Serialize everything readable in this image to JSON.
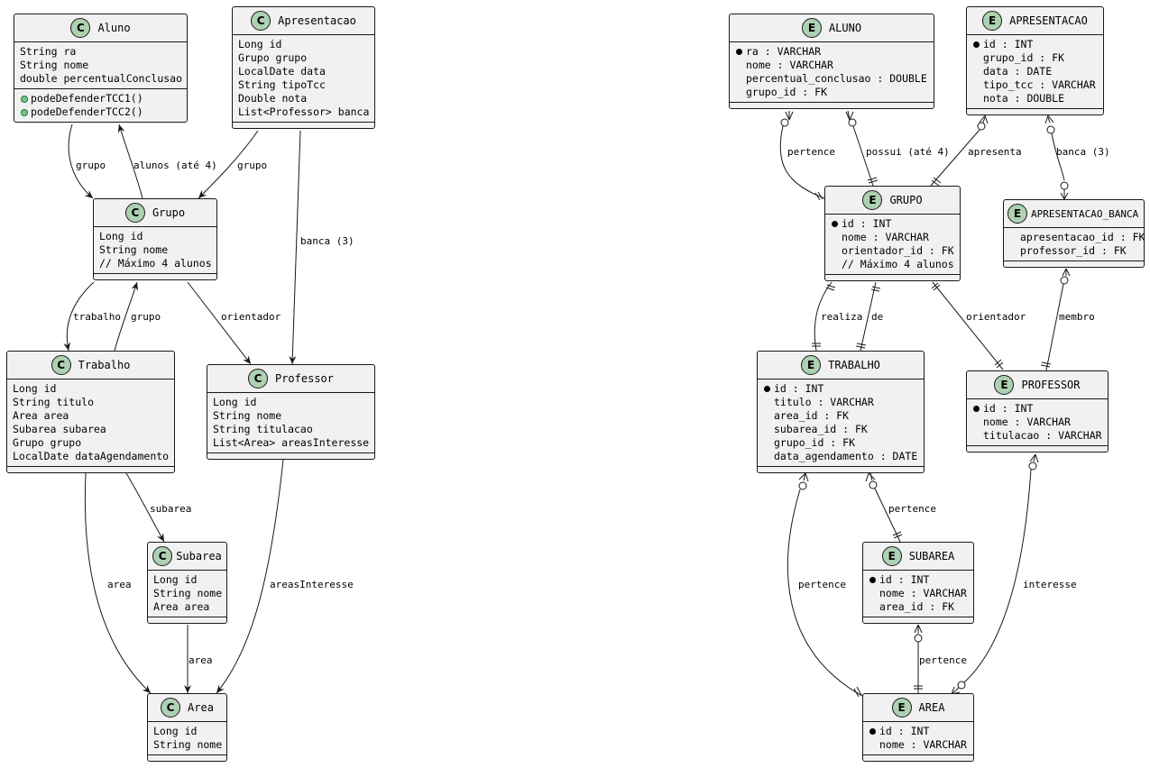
{
  "classes": {
    "aluno": {
      "badge": "C",
      "name": "Aluno",
      "fields": [
        "String ra",
        "String nome",
        "double percentualConclusao"
      ],
      "methods": [
        "podeDefenderTCC1()",
        "podeDefenderTCC2()"
      ]
    },
    "apresentacao": {
      "badge": "C",
      "name": "Apresentacao",
      "fields": [
        "Long id",
        "Grupo grupo",
        "LocalDate data",
        "String tipoTcc",
        "Double nota",
        "List<Professor> banca"
      ]
    },
    "grupo": {
      "badge": "C",
      "name": "Grupo",
      "fields": [
        "Long id",
        "String nome",
        "// Máximo 4 alunos"
      ]
    },
    "trabalho": {
      "badge": "C",
      "name": "Trabalho",
      "fields": [
        "Long id",
        "String titulo",
        "Area area",
        "Subarea subarea",
        "Grupo grupo",
        "LocalDate dataAgendamento"
      ]
    },
    "professor": {
      "badge": "C",
      "name": "Professor",
      "fields": [
        "Long id",
        "String nome",
        "String titulacao",
        "List<Area> areasInteresse"
      ]
    },
    "subarea": {
      "badge": "C",
      "name": "Subarea",
      "fields": [
        "Long id",
        "String nome",
        "Area area"
      ]
    },
    "area": {
      "badge": "C",
      "name": "Area",
      "fields": [
        "Long id",
        "String nome"
      ]
    }
  },
  "class_edge_labels": {
    "aluno_grupo": "grupo",
    "grupo_aluno": "alunos (até 4)",
    "apresentacao_grupo": "grupo",
    "apresentacao_professor": "banca (3)",
    "grupo_trabalho": "trabalho",
    "trabalho_grupo": "grupo",
    "grupo_professor": "orientador",
    "trabalho_subarea": "subarea",
    "trabalho_area": "area",
    "professor_area": "areasInteresse",
    "subarea_area": "area"
  },
  "entities": {
    "aluno": {
      "badge": "E",
      "name": "ALUNO",
      "attrs": [
        {
          "text": "ra : VARCHAR",
          "key": true
        },
        {
          "text": "nome : VARCHAR",
          "key": false
        },
        {
          "text": "percentual_conclusao : DOUBLE",
          "key": false
        },
        {
          "text": "grupo_id : FK",
          "key": false
        }
      ]
    },
    "apresentacao": {
      "badge": "E",
      "name": "APRESENTACAO",
      "attrs": [
        {
          "text": "id : INT",
          "key": true
        },
        {
          "text": "grupo_id : FK",
          "key": false
        },
        {
          "text": "data : DATE",
          "key": false
        },
        {
          "text": "tipo_tcc : VARCHAR",
          "key": false
        },
        {
          "text": "nota : DOUBLE",
          "key": false
        }
      ]
    },
    "grupo": {
      "badge": "E",
      "name": "GRUPO",
      "attrs": [
        {
          "text": "id : INT",
          "key": true
        },
        {
          "text": "nome : VARCHAR",
          "key": false
        },
        {
          "text": "orientador_id : FK",
          "key": false
        },
        {
          "text": "// Máximo 4 alunos",
          "key": false
        }
      ]
    },
    "apresentacao_banca": {
      "badge": "E",
      "name": "APRESENTACAO_BANCA",
      "attrs": [
        {
          "text": "apresentacao_id : FK",
          "key": false
        },
        {
          "text": "professor_id : FK",
          "key": false
        }
      ]
    },
    "trabalho": {
      "badge": "E",
      "name": "TRABALHO",
      "attrs": [
        {
          "text": "id : INT",
          "key": true
        },
        {
          "text": "titulo : VARCHAR",
          "key": false
        },
        {
          "text": "area_id : FK",
          "key": false
        },
        {
          "text": "subarea_id : FK",
          "key": false
        },
        {
          "text": "grupo_id : FK",
          "key": false
        },
        {
          "text": "data_agendamento : DATE",
          "key": false
        }
      ]
    },
    "professor": {
      "badge": "E",
      "name": "PROFESSOR",
      "attrs": [
        {
          "text": "id : INT",
          "key": true
        },
        {
          "text": "nome : VARCHAR",
          "key": false
        },
        {
          "text": "titulacao : VARCHAR",
          "key": false
        }
      ]
    },
    "subarea": {
      "badge": "E",
      "name": "SUBAREA",
      "attrs": [
        {
          "text": "id : INT",
          "key": true
        },
        {
          "text": "nome : VARCHAR",
          "key": false
        },
        {
          "text": "area_id : FK",
          "key": false
        }
      ]
    },
    "area": {
      "badge": "E",
      "name": "AREA",
      "attrs": [
        {
          "text": "id : INT",
          "key": true
        },
        {
          "text": "nome : VARCHAR",
          "key": false
        }
      ]
    }
  },
  "er_edge_labels": {
    "aluno_grupo_pertence": "pertence",
    "grupo_aluno_possui": "possui (até 4)",
    "apresentacao_grupo": "apresenta",
    "apresentacao_banca": "banca (3)",
    "grupo_trabalho_realiza": "realiza",
    "trabalho_grupo_de": "de",
    "grupo_professor": "orientador",
    "banca_professor": "membro",
    "trabalho_subarea": "pertence",
    "trabalho_area": "pertence",
    "subarea_area": "pertence",
    "professor_area": "interesse"
  },
  "colors": {
    "box_fill": "#f1f1f1",
    "badge_fill": "#add1b2",
    "stroke": "#181818"
  }
}
